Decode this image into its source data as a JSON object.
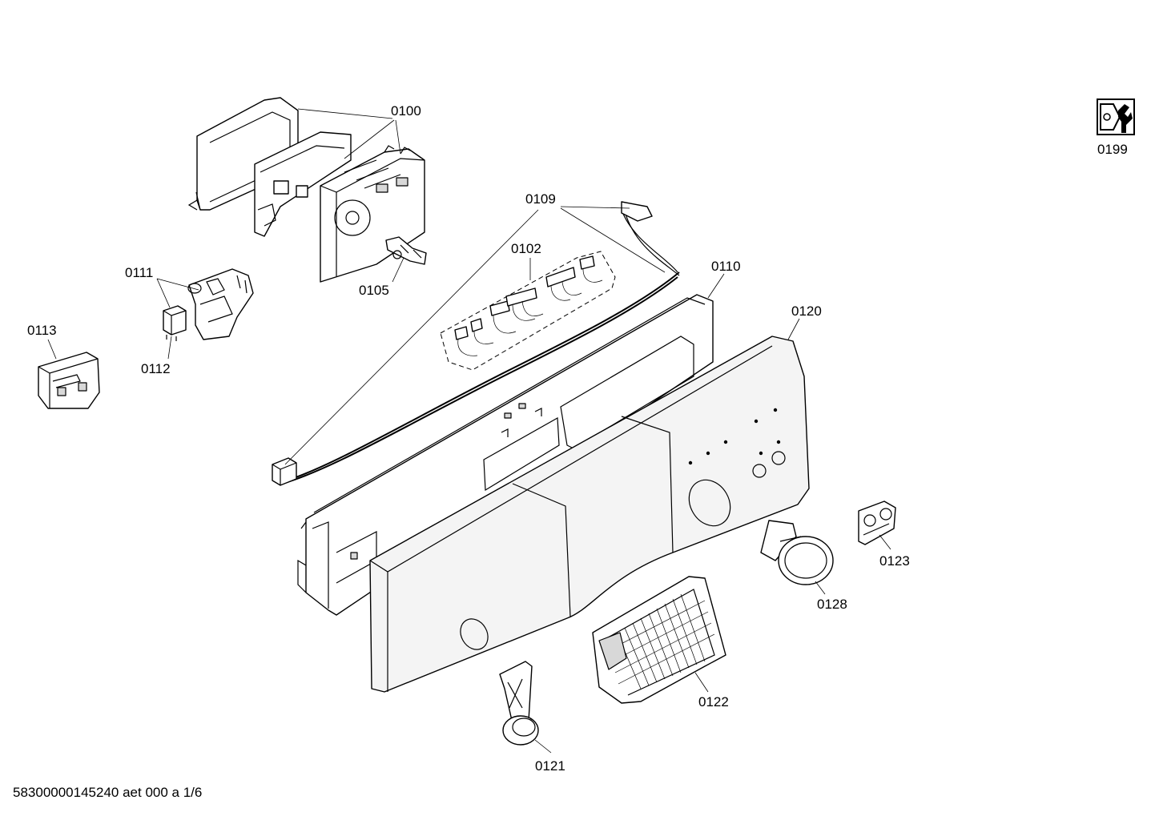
{
  "drawing": {
    "labels": {
      "p0100": "0100",
      "p0102": "0102",
      "p0105": "0105",
      "p0109": "0109",
      "p0110": "0110",
      "p0111": "0111",
      "p0112": "0112",
      "p0113": "0113",
      "p0120": "0120",
      "p0121": "0121",
      "p0122": "0122",
      "p0123": "0123",
      "p0128": "0128",
      "p0199": "0199"
    },
    "icons": {
      "p0199": "hex-wrench-tool-icon"
    }
  },
  "footer": {
    "document_id": "58300000145240 aet 000 a 1/6"
  }
}
